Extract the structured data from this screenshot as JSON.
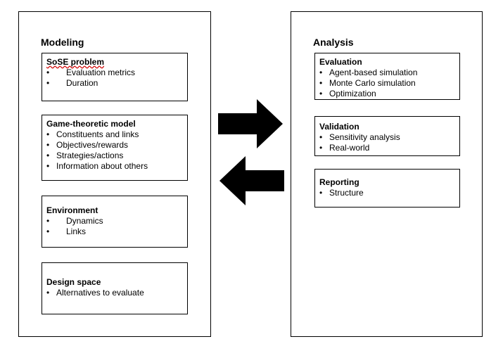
{
  "modeling": {
    "title": "Modeling",
    "boxes": [
      {
        "title": "SoSE problem",
        "items": [
          "Evaluation metrics",
          "Duration"
        ]
      },
      {
        "title": "Game-theoretic model",
        "items": [
          "Constituents and links",
          "Objectives/rewards",
          "Strategies/actions",
          "Information about others"
        ]
      },
      {
        "title": "Environment",
        "items": [
          "Dynamics",
          "Links"
        ]
      },
      {
        "title": "Design space",
        "items": [
          "Alternatives to evaluate"
        ]
      }
    ]
  },
  "analysis": {
    "title": "Analysis",
    "boxes": [
      {
        "title": "Evaluation",
        "items": [
          "Agent-based simulation",
          "Monte Carlo simulation",
          "Optimization"
        ]
      },
      {
        "title": "Validation",
        "items": [
          "Sensitivity analysis",
          "Real-world"
        ]
      },
      {
        "title": "Reporting",
        "items": [
          "Structure"
        ]
      }
    ]
  },
  "colors": {
    "arrows": "#000000",
    "spellcheck_underline": "#d00000"
  }
}
